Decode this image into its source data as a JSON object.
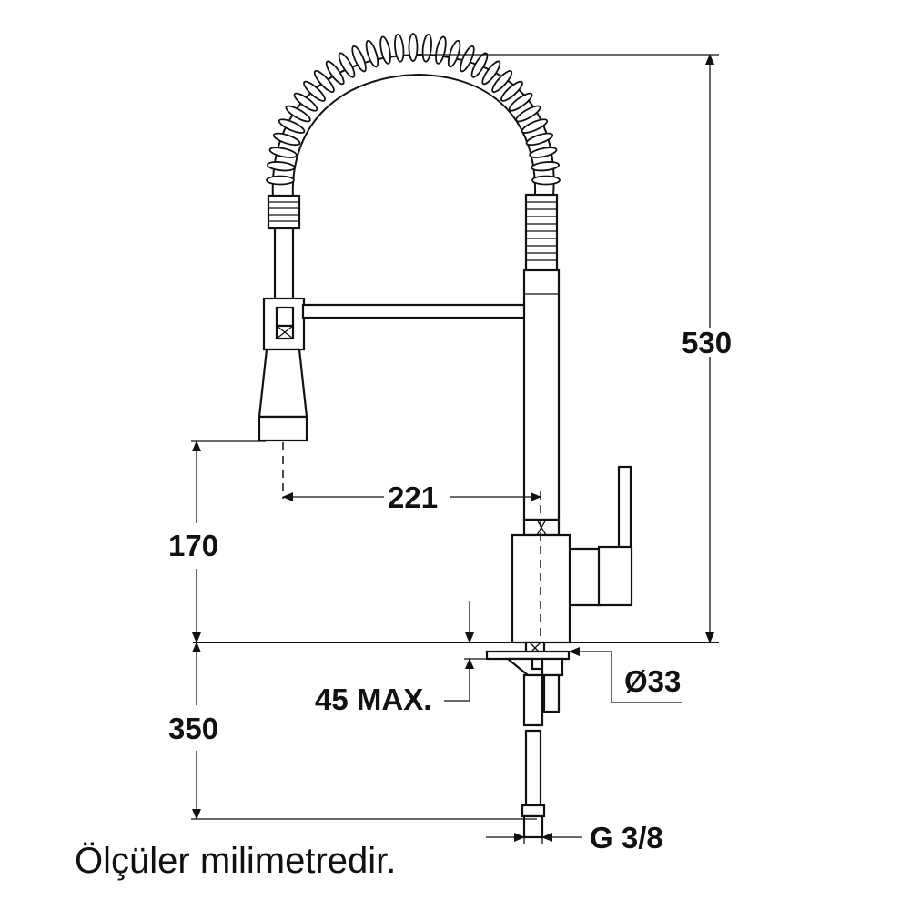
{
  "dimensions": {
    "height_total": "530",
    "outlet_reach": "221",
    "outlet_height": "170",
    "below_counter": "350",
    "counter_thickness": "45 MAX.",
    "hole_diameter": "Ø33",
    "connection": "G 3/8"
  },
  "note": "Ölçüler milimetredir."
}
